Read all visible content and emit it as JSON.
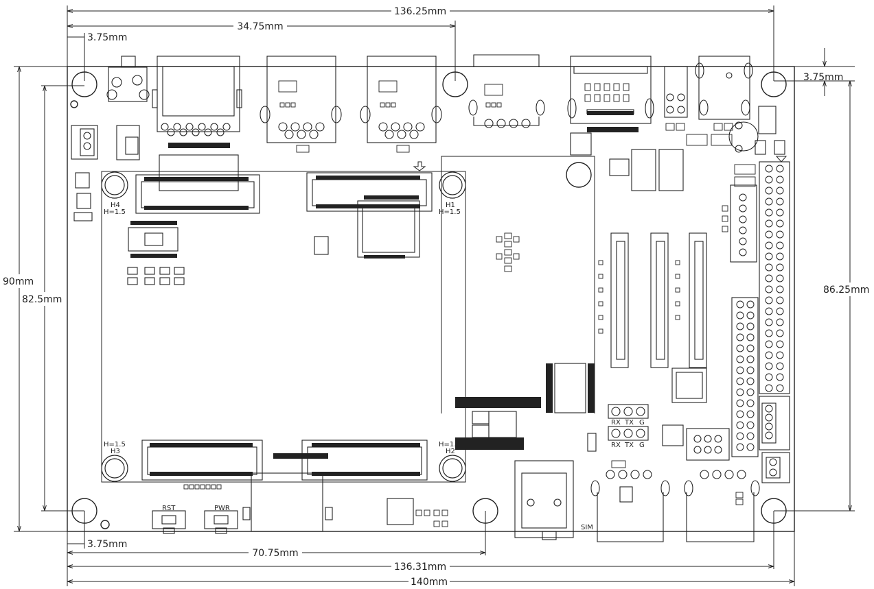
{
  "dimensions": {
    "top_136_25": "136.25mm",
    "top_34_75": "34.75mm",
    "top_left_3_75": "3.75mm",
    "right_3_75": "3.75mm",
    "left_90": "90mm",
    "left_82_5": "82.5mm",
    "right_86_25": "86.25mm",
    "bottom_3_75": "3.75mm",
    "bottom_70_75": "70.75mm",
    "bottom_136_31": "136.31mm",
    "bottom_140": "140mm"
  },
  "silkscreen": {
    "h1": "H1",
    "h1_height": "H=1.5",
    "h2": "H2",
    "h2_height": "H=1.5",
    "h3": "H3",
    "h3_height": "H=1.5",
    "h4": "H4",
    "h4_height": "H=1.5",
    "uart1": [
      "RX",
      "TX",
      "G"
    ],
    "uart2": [
      "RX",
      "TX",
      "G"
    ],
    "rst": "RST",
    "pwr": "PWR",
    "sim": "SIM"
  }
}
